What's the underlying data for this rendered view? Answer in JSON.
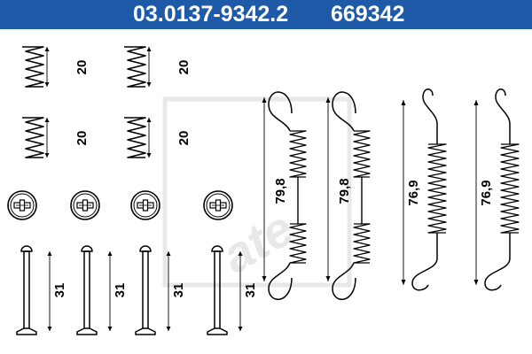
{
  "header": {
    "part_number": "03.0137-9342.2",
    "ref_number": "669342",
    "background": "#1e5aa8"
  },
  "dimensions": {
    "small_spring": "20",
    "pin": "31",
    "long_spring_a": "79,8",
    "long_spring_b": "76,9"
  },
  "watermark": {
    "text": "ate",
    "color": "#e6e6e6"
  }
}
